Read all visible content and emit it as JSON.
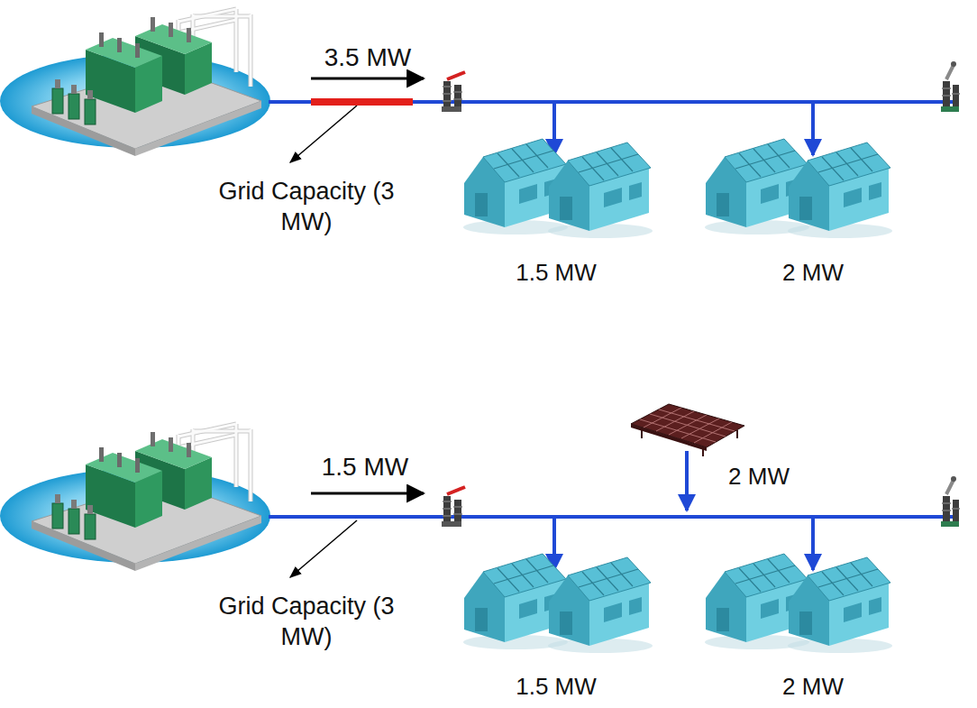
{
  "diagram": {
    "labels": [
      "3.5 MW",
      "Grid Capacity (3 MW)",
      "1.5 MW",
      "2 MW",
      "1.5 MW",
      "2 MW",
      "Grid Capacity (3 MW)",
      "1.5 MW",
      "2 MW"
    ]
  }
}
